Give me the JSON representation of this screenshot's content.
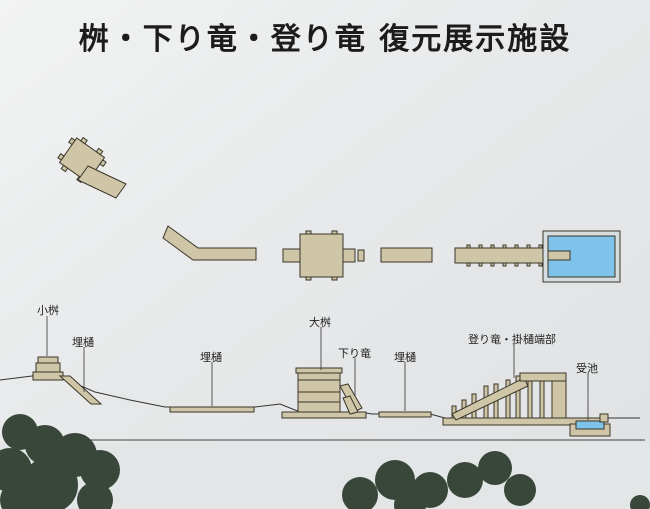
{
  "title": "桝・下り竜・登り竜 復元展示施設",
  "labels": {
    "kome": "小桝",
    "umehi1": "埋樋",
    "umehi2": "埋樋",
    "omasu": "大桝",
    "kudariryu": "下り竜",
    "umehi3": "埋樋",
    "noboriryu": "登り竜・掛樋端部",
    "ukeike": "受池"
  },
  "colors": {
    "panel": "#e9ebec",
    "structure_fill": "#cfc6a8",
    "structure_stroke": "#3a3528",
    "water": "#7fc3ea",
    "line": "#333333",
    "foliage": "#39463a"
  }
}
